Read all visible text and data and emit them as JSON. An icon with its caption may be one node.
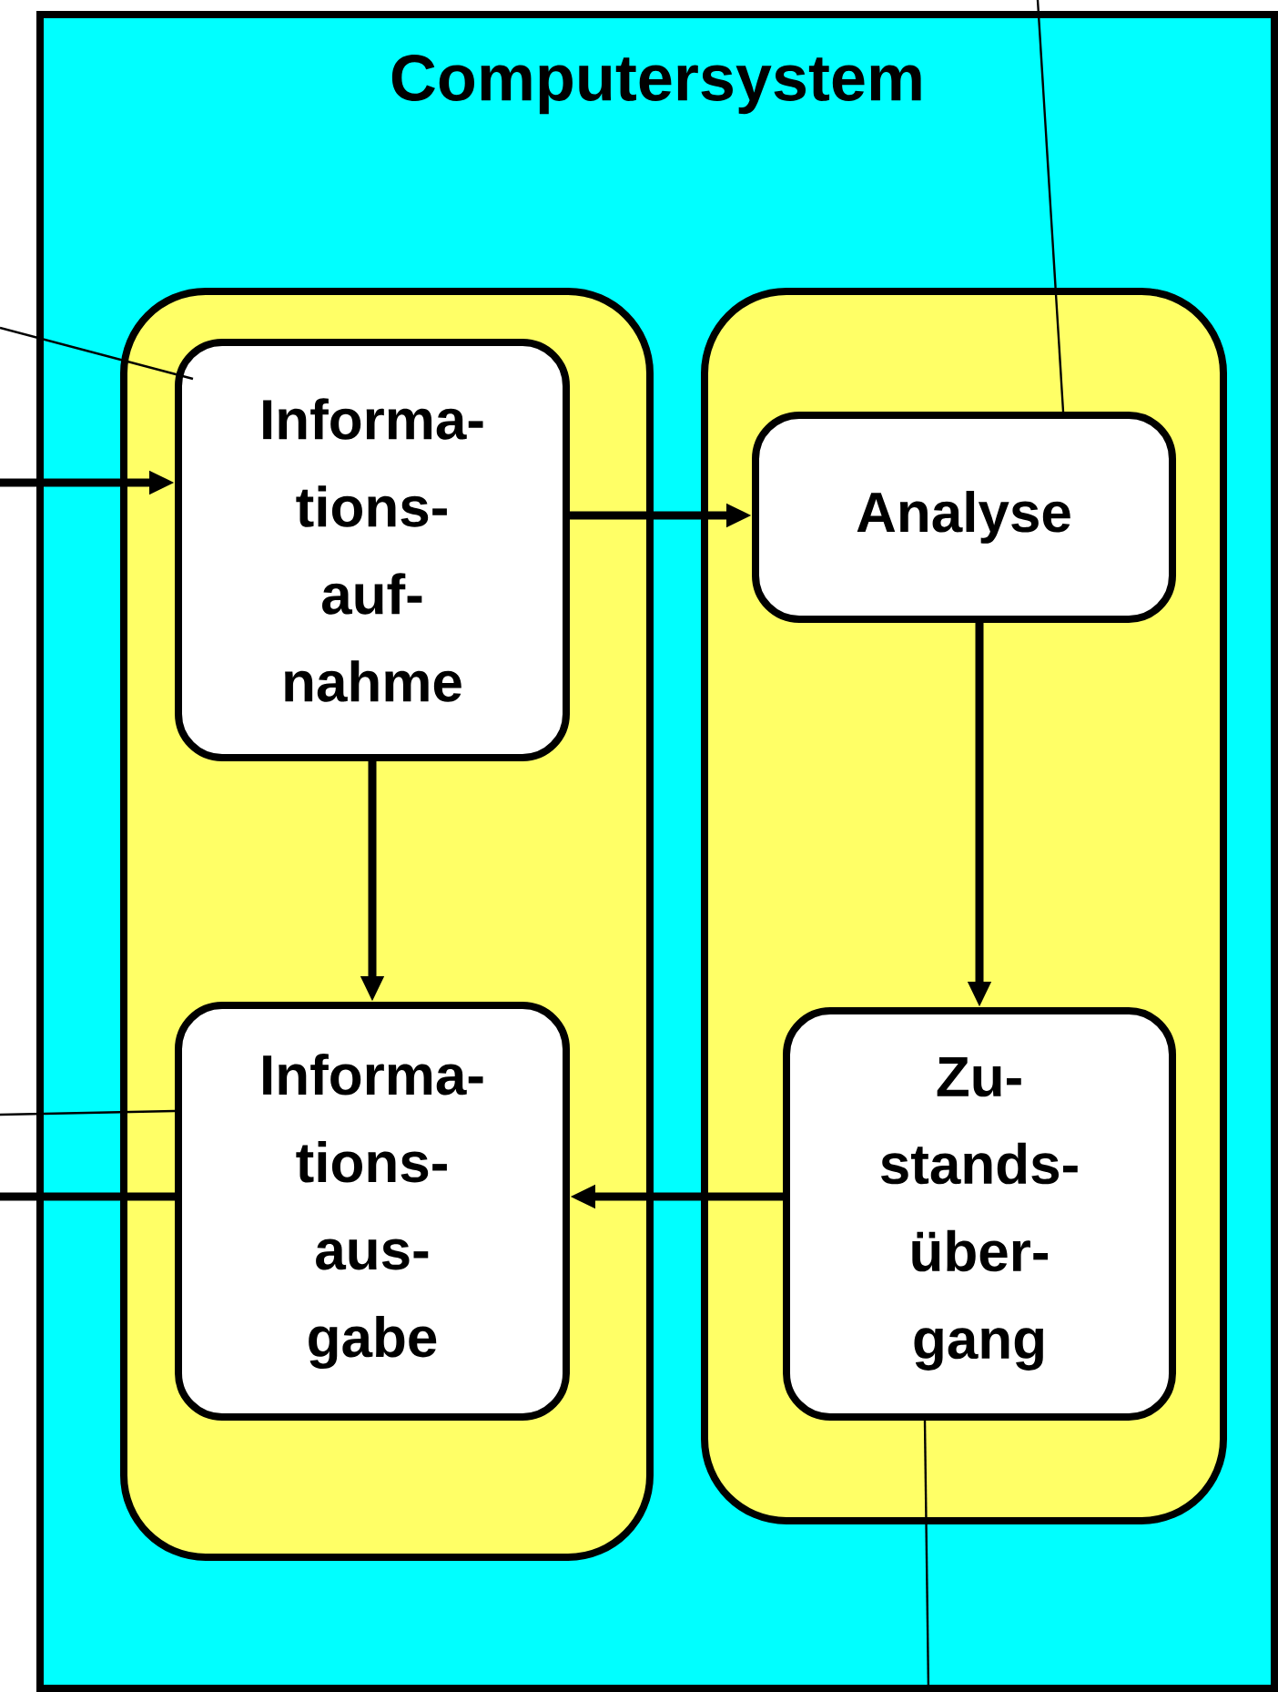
{
  "diagram": {
    "nodes": [
      {
        "text": [
          "Computersystem"
        ]
      },
      {
        "text": [],
        "shape": "box",
        "in": 0
      },
      {
        "text": [],
        "shape": "box",
        "in": 0
      },
      {
        "text": [
          "Informa- tions- auf- nahme"
        ],
        "in": 1
      },
      {
        "text": [
          "Informa- tions- aus- gabe"
        ],
        "in": 1
      },
      {
        "text": [
          "Analyse"
        ],
        "in": 2
      },
      {
        "text": [
          "Zu- stands- über- gang"
        ],
        "in": 2
      }
    ],
    "edges": [
      {
        "from": null,
        "to": 3,
        "arrow": "to"
      },
      {
        "from": 3,
        "to": 5,
        "arrow": "to"
      },
      {
        "from": 3,
        "to": 4,
        "arrow": "to"
      },
      {
        "from": 5,
        "to": 6,
        "arrow": "to"
      },
      {
        "from": 6,
        "to": 4,
        "arrow": "to"
      },
      {
        "from": 4,
        "to": null,
        "arrow": "none"
      },
      {
        "from": null,
        "to": 3,
        "arrow": "none"
      },
      {
        "from": null,
        "to": 5,
        "arrow": "none"
      },
      {
        "from": null,
        "to": 4,
        "arrow": "none"
      },
      {
        "from": 6,
        "to": null,
        "arrow": "none"
      }
    ]
  }
}
